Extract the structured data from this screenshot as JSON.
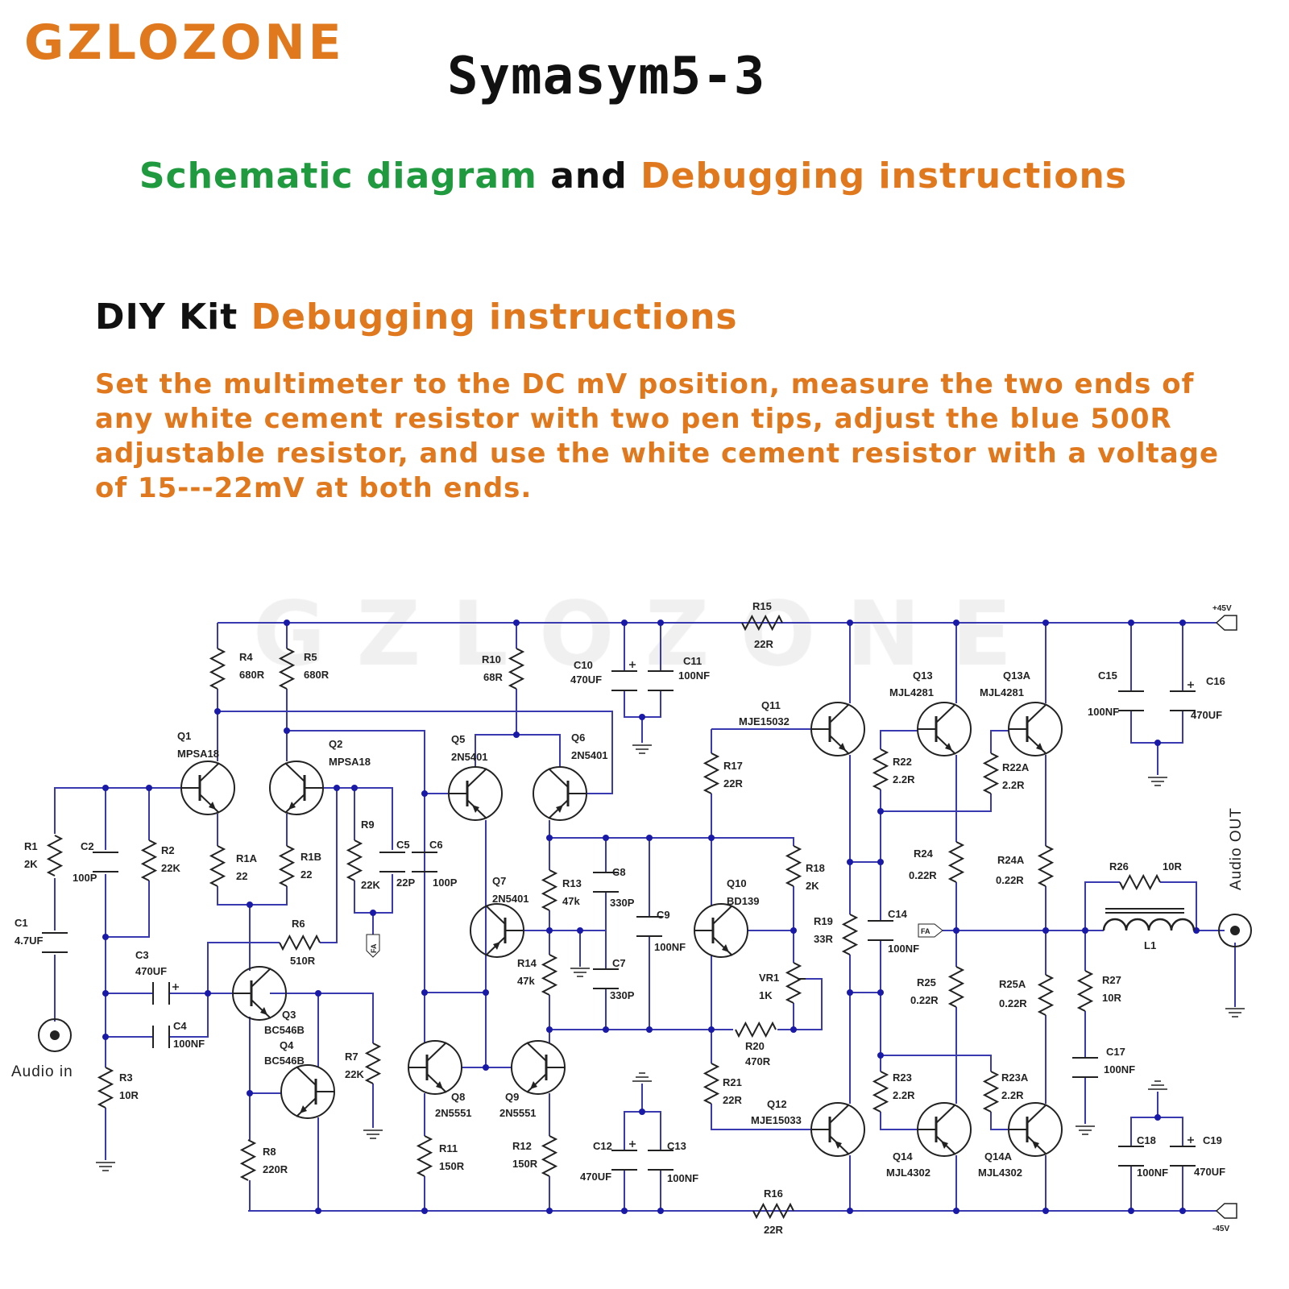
{
  "brand": "GZLOZONE",
  "title": "Symasym5-3",
  "subtitle": {
    "part1": "Schematic diagram",
    "part2": "and",
    "part3": "Debugging instructions"
  },
  "section": {
    "heading_black": "DIY Kit",
    "heading_orange": "Debugging instructions"
  },
  "instructions": [
    "Set the multimeter to the DC mV position, measure the two ends of",
    "any white cement resistor with two pen tips, adjust the blue 500R",
    "adjustable resistor, and use the white cement resistor with a voltage",
    "of 15---22mV at both ends."
  ],
  "colors": {
    "brand": "#e0781e",
    "green": "#1f9a3e",
    "wire": "#3a3ab0",
    "junction": "#1a1aa8"
  },
  "schematic": {
    "watermark": "GZLOZONE",
    "rail_positive": "+45V",
    "rail_negative": "-45V",
    "audio_in": "Audio  in",
    "audio_out": "Audio  OUT",
    "test_point": "FA",
    "components": {
      "R1": [
        "R1",
        "2K"
      ],
      "R2": [
        "R2",
        "22K"
      ],
      "R3": [
        "R3",
        "10R"
      ],
      "R4": [
        "R4",
        "680R"
      ],
      "R5": [
        "R5",
        "680R"
      ],
      "R1A": [
        "R1A",
        "22"
      ],
      "R1B": [
        "R1B",
        "22"
      ],
      "R6": [
        "R6",
        "510R"
      ],
      "R7": [
        "R7",
        "22K"
      ],
      "R8": [
        "R8",
        "220R"
      ],
      "R9": [
        "R9",
        "22K"
      ],
      "R10": [
        "R10",
        "68R"
      ],
      "R11": [
        "R11",
        "150R"
      ],
      "R12": [
        "R12",
        "150R"
      ],
      "R13": [
        "R13",
        "47k"
      ],
      "R14": [
        "R14",
        "47k"
      ],
      "R15": [
        "R15",
        "22R"
      ],
      "R16": [
        "R16",
        "22R"
      ],
      "R17": [
        "R17",
        "22R"
      ],
      "R18": [
        "R18",
        "2K"
      ],
      "R19": [
        "R19",
        "33R"
      ],
      "R20": [
        "R20",
        "470R"
      ],
      "R21": [
        "R21",
        "22R"
      ],
      "R22": [
        "R22",
        "2.2R"
      ],
      "R22A": [
        "R22A",
        "2.2R"
      ],
      "R23": [
        "R23",
        "2.2R"
      ],
      "R23A": [
        "R23A",
        "2.2R"
      ],
      "R24": [
        "R24",
        "0.22R"
      ],
      "R24A": [
        "R24A",
        "0.22R"
      ],
      "R25": [
        "R25",
        "0.22R"
      ],
      "R25A": [
        "R25A",
        "0.22R"
      ],
      "R26": [
        "R26",
        "10R"
      ],
      "R27": [
        "R27",
        "10R"
      ],
      "VR1": [
        "VR1",
        "1K"
      ],
      "C1": [
        "C1",
        "4.7UF"
      ],
      "C2": [
        "C2",
        "100P"
      ],
      "C3": [
        "C3",
        "470UF"
      ],
      "C4": [
        "C4",
        "100NF"
      ],
      "C5": [
        "C5",
        "22P"
      ],
      "C6": [
        "C6",
        "100P"
      ],
      "C7": [
        "C7",
        "330P"
      ],
      "C8": [
        "C8",
        "330P"
      ],
      "C9": [
        "C9",
        "100NF"
      ],
      "C10": [
        "C10",
        "470UF"
      ],
      "C11": [
        "C11",
        "100NF"
      ],
      "C12": [
        "C12",
        "470UF"
      ],
      "C13": [
        "C13",
        "100NF"
      ],
      "C14": [
        "C14",
        "100NF"
      ],
      "C15": [
        "C15",
        "100NF"
      ],
      "C16": [
        "C16",
        "470UF"
      ],
      "C17": [
        "C17",
        "100NF"
      ],
      "C18": [
        "C18",
        "100NF"
      ],
      "C19": [
        "C19",
        "470UF"
      ],
      "L1": [
        "L1",
        ""
      ],
      "Q1": [
        "Q1",
        "MPSA18"
      ],
      "Q2": [
        "Q2",
        "MPSA18"
      ],
      "Q3": [
        "Q3",
        "BC546B"
      ],
      "Q4": [
        "Q4",
        "BC546B"
      ],
      "Q5": [
        "Q5",
        "2N5401"
      ],
      "Q6": [
        "Q6",
        "2N5401"
      ],
      "Q7": [
        "Q7",
        "2N5401"
      ],
      "Q8": [
        "Q8",
        "2N5551"
      ],
      "Q9": [
        "Q9",
        "2N5551"
      ],
      "Q10": [
        "Q10",
        "BD139"
      ],
      "Q11": [
        "Q11",
        "MJE15032"
      ],
      "Q12": [
        "Q12",
        "MJE15033"
      ],
      "Q13": [
        "Q13",
        "MJL4281"
      ],
      "Q13A": [
        "Q13A",
        "MJL4281"
      ],
      "Q14": [
        "Q14",
        "MJL4302"
      ],
      "Q14A": [
        "Q14A",
        "MJL4302"
      ]
    }
  }
}
